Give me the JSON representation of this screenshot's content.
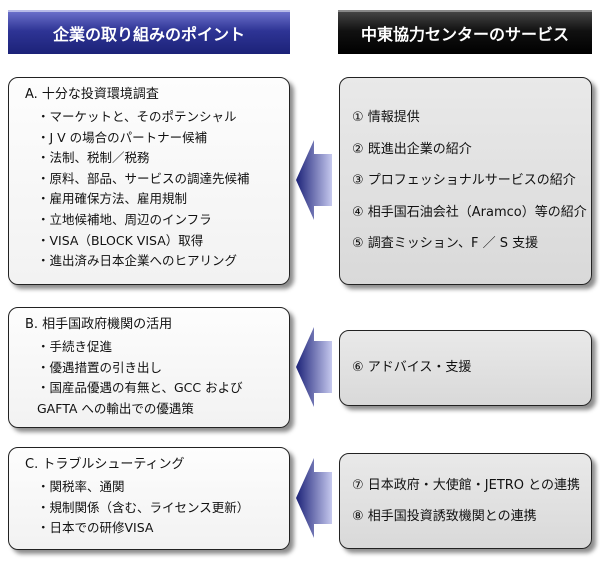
{
  "headers": {
    "left": "企業の取り組みのポイント",
    "right": "中東協力センターのサービス"
  },
  "sections": [
    {
      "title": "A. 十分な投資環境調査",
      "items": [
        [
          "・マーケットと、そのポテンシャル"
        ],
        [
          "・J V の場合のパートナー候補"
        ],
        [
          "・法制、税制／税務"
        ],
        [
          "・原料、部品、サービスの調達先候補"
        ],
        [
          "・雇用確保方法、雇用規制"
        ],
        [
          "・立地候補地、周辺のインフラ"
        ],
        [
          "・VISA（BLOCK VISA）取得"
        ],
        [
          "・進出済み日本企業へのヒアリング"
        ]
      ],
      "services": [
        "① 情報提供",
        "② 既進出企業の紹介",
        "③ プロフェッショナルサービスの紹介",
        "④ 相手国石油会社（Aramco）等の紹介",
        "⑤ 調査ミッション、F ／ S 支援"
      ]
    },
    {
      "title": "B. 相手国政府機関の活用",
      "items": [
        [
          "・手続き促進"
        ],
        [
          "・優遇措置の引き出し"
        ],
        [
          "・国産品優遇の有無と、GCC および",
          "GAFTA への輸出での優遇策"
        ]
      ],
      "services": [
        "⑥ アドバイス・支援"
      ]
    },
    {
      "title": "C. トラブルシューティング",
      "items": [
        [
          "・関税率、通関"
        ],
        [
          "・規制関係（含む、ライセンス更新）"
        ],
        [
          "・日本での研修VISA"
        ]
      ],
      "services": [
        "⑦ 日本政府・大使館・JETRO との連携",
        "⑧ 相手国投資誘致機関との連携"
      ]
    }
  ],
  "colors": {
    "header_left": "#2e3495",
    "header_right": "#000000",
    "arrow": "#3a3f9e"
  }
}
